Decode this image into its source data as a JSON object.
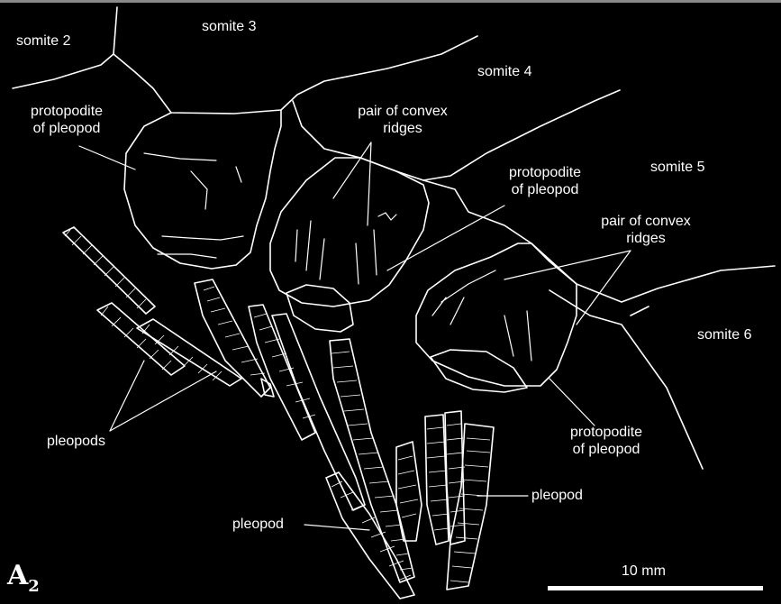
{
  "figure": {
    "panel_label": "A",
    "panel_label_sub": "2",
    "scale_bar_label": "10 mm",
    "labels": {
      "somite2": "somite 2",
      "somite3": "somite 3",
      "somite4": "somite 4",
      "somite5": "somite 5",
      "somite6": "somite 6",
      "protopodite1_line1": "protopodite",
      "protopodite1_line2": "of pleopod",
      "ridges1_line1": "pair of convex",
      "ridges1_line2": "ridges",
      "protopodite2_line1": "protopodite",
      "protopodite2_line2": "of pleopod",
      "ridges2_line1": "pair of convex",
      "ridges2_line2": "ridges",
      "protopodite3_line1": "protopodite",
      "protopodite3_line2": "of pleopod",
      "pleopods": "pleopods",
      "pleopod_left": "pleopod",
      "pleopod_right": "pleopod"
    }
  }
}
